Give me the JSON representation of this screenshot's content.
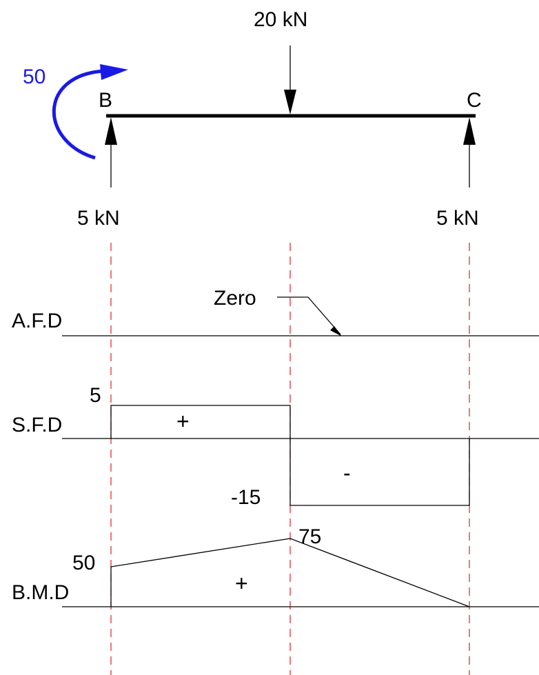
{
  "beam": {
    "load_label": "20 kN",
    "moment_value": "50",
    "support_left_label": "B",
    "support_right_label": "C",
    "reaction_left": "5 kN",
    "reaction_right": "5 kN"
  },
  "afd": {
    "label": "A.F.D",
    "note": "Zero"
  },
  "sfd": {
    "label": "S.F.D",
    "positive_value": "5",
    "negative_value": "-15",
    "positive_sign": "+",
    "negative_sign": "-"
  },
  "bmd": {
    "label": "B.M.D",
    "left_value": "50",
    "peak_value": "75",
    "sign": "+"
  },
  "colors": {
    "moment": "#1a1ae6",
    "guide_lines": "#e02020",
    "lines": "#000000"
  }
}
